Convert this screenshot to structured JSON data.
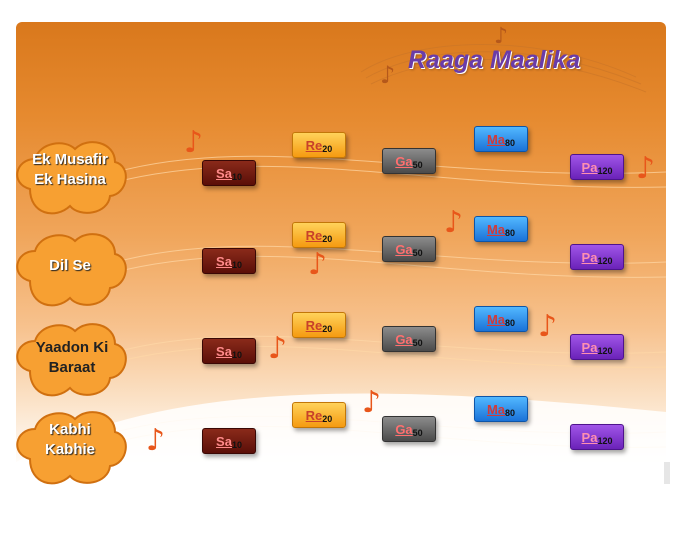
{
  "app": {
    "title": "Raaga Maalika"
  },
  "songs": [
    {
      "line1": "Ek Musafir",
      "line2": "Ek Hasina"
    },
    {
      "line1": "Dil Se",
      "line2": ""
    },
    {
      "line1": "Yaadon Ki",
      "line2": "Baraat"
    },
    {
      "line1": "Kabhi",
      "line2": "Kabhie"
    }
  ],
  "notes": {
    "sa": {
      "label": "Sa",
      "num": "10"
    },
    "re": {
      "label": "Re",
      "num": "20"
    },
    "ga": {
      "label": "Ga",
      "num": "50"
    },
    "ma": {
      "label": "Ma",
      "num": "80"
    },
    "pa": {
      "label": "Pa",
      "num": "120"
    }
  },
  "icons": {
    "music_note": "eighth-note-icon"
  },
  "colors": {
    "accent": "#e8561a",
    "title": "#6a3ca8",
    "panel_top": "#d9781c"
  }
}
